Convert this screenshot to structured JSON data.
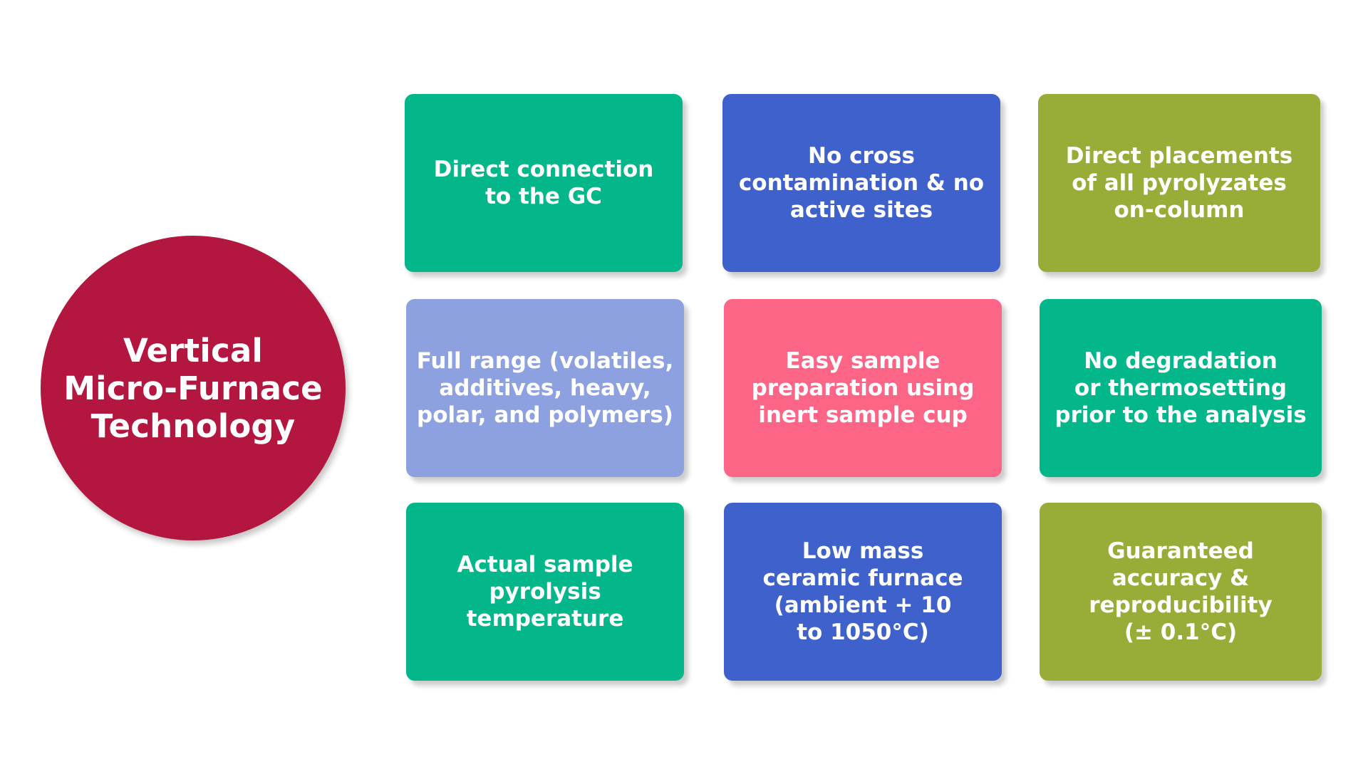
{
  "hub": {
    "title": "Vertical\nMicro-Furnace\nTechnology",
    "color": "#b3173f"
  },
  "cards": [
    {
      "text": "Direct connection\nto the GC",
      "color": "#04b78a"
    },
    {
      "text": "No cross\ncontamination & no\nactive sites",
      "color": "#3f61cc"
    },
    {
      "text": "Direct placements\nof all pyrolyzates\non-column",
      "color": "#97ad38"
    },
    {
      "text": "Full range (volatiles,\nadditives, heavy,\npolar, and polymers)",
      "color": "#8da1e0"
    },
    {
      "text": "Easy sample\npreparation using\ninert sample cup",
      "color": "#fd6587"
    },
    {
      "text": "No degradation\nor thermosetting\nprior to the analysis",
      "color": "#04b78a"
    },
    {
      "text": "Actual sample\npyrolysis\ntemperature",
      "color": "#04b78a"
    },
    {
      "text": "Low mass\nceramic furnace\n(ambient + 10\nto 1050°C)",
      "color": "#3f61cc"
    },
    {
      "text": "Guaranteed\naccuracy &\nreproducibility\n(± 0.1°C)",
      "color": "#97ad38"
    }
  ]
}
